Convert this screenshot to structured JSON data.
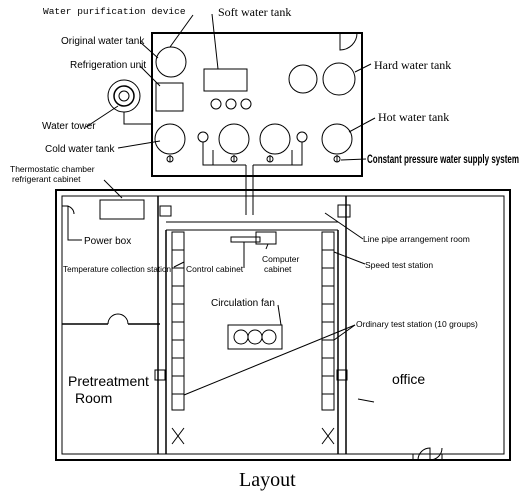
{
  "labels": {
    "water_purification_device": "Water purification device",
    "soft_water_tank": "Soft water tank",
    "original_water_tank": "Original water tank",
    "refrigeration_unit": "Refrigeration unit",
    "hard_water_tank": "Hard water tank",
    "water_tower": "Water tower",
    "hot_water_tank": "Hot water tank",
    "cold_water_tank": "Cold water tank",
    "constant_pressure_system": "Constant pressure water supply system",
    "thermostatic_chamber_line1": "Thermostatic chamber",
    "thermostatic_chamber_line2": "refrigerant cabinet",
    "power_box": "Power box",
    "line_pipe_room": "Line pipe arrangement room",
    "temperature_collection_station": "Temperature collection station",
    "control_cabinet": "Control cabinet",
    "computer_cabinet_line1": "Computer",
    "computer_cabinet_line2": "cabinet",
    "speed_test_station": "Speed test station",
    "circulation_fan": "Circulation fan",
    "ordinary_test_station": "Ordinary test station (10 groups)",
    "pretreatment_room_line1": "Pretreatment",
    "pretreatment_room_line2": "Room",
    "office": "office",
    "title": "Layout"
  }
}
